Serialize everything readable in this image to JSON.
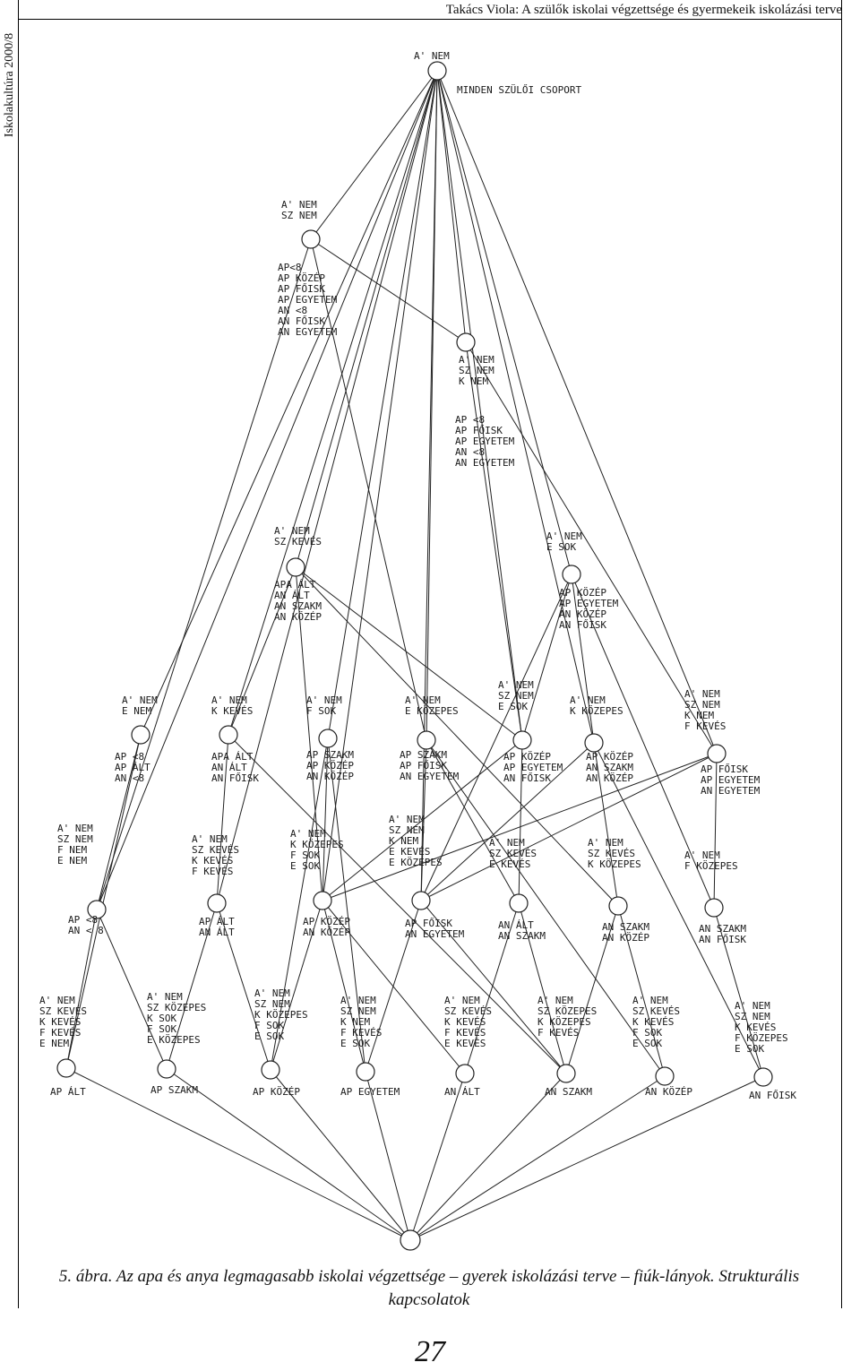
{
  "header": {
    "running_head": "Takács Viola: A szülők iskolai végzettsége és gyermekeik iskolázási terve",
    "journal": "Iskolakultúra 2000/8"
  },
  "diagram": {
    "nodes": [
      {
        "id": "top",
        "labels": [
          "A' NEM"
        ]
      },
      {
        "id": "n2",
        "labels": [
          "A' NEM",
          "SZ NEM"
        ]
      },
      {
        "id": "n3",
        "labels": [
          "A' NEM",
          "SZ NEM",
          "K NEM"
        ]
      },
      {
        "id": "n4",
        "labels": [
          "A' NEM",
          "SZ KEVÉS"
        ]
      },
      {
        "id": "n5",
        "labels": [
          "A' NEM",
          "E SOK"
        ]
      },
      {
        "id": "r1",
        "labels": [
          "A' NEM",
          "E NEM"
        ]
      },
      {
        "id": "r2",
        "labels": [
          "A' NEM",
          "K KEVÉS"
        ]
      },
      {
        "id": "r3",
        "labels": [
          "A' NEM",
          "F SOK"
        ]
      },
      {
        "id": "r4",
        "labels": [
          "A' NEM",
          "E KÖZEPES"
        ]
      },
      {
        "id": "r5",
        "labels": [
          "A' NEM",
          "SZ NEM",
          "E SOK"
        ]
      },
      {
        "id": "r6",
        "labels": [
          "A' NEM",
          "K KÖZEPES"
        ]
      },
      {
        "id": "r7",
        "labels": [
          "A' NEM",
          "SZ NEM",
          "K NEM",
          "F KEVÉS"
        ]
      },
      {
        "id": "s1",
        "labels": [
          "A' NEM",
          "SZ NEM",
          "F NEM",
          "E NEM"
        ]
      },
      {
        "id": "s2",
        "labels": [
          "A' NEM",
          "SZ KEVÉS",
          "K KEVÉS",
          "F KEVÉS"
        ]
      },
      {
        "id": "s3",
        "labels": [
          "A' NEM",
          "K KÖZEPES",
          "F SOK",
          "E SOK"
        ]
      },
      {
        "id": "s4",
        "labels": [
          "A' NEM",
          "SZ NEM",
          "K NEM",
          "E KEVÉS",
          "E KÖZEPES"
        ]
      },
      {
        "id": "s5",
        "labels": [
          "A' NEM",
          "SZ KEVÉS",
          "E KEVÉS"
        ]
      },
      {
        "id": "s6",
        "labels": [
          "A' NEM",
          "SZ KEVÉS",
          "K KÖZEPES"
        ]
      },
      {
        "id": "s7",
        "labels": [
          "A' NEM",
          "F KÖZEPES"
        ]
      },
      {
        "id": "b1",
        "labels": [
          "A' NEM",
          "SZ KEVÉS",
          "K KEVÉS",
          "F KEVÉS",
          "E NEM"
        ]
      },
      {
        "id": "b2",
        "labels": [
          "A' NEM",
          "SZ KÖZEPES",
          "K SOK",
          "F SOK",
          "E KÖZEPES"
        ]
      },
      {
        "id": "b3",
        "labels": [
          "A' NEM",
          "SZ NEM",
          "K KÖZEPES",
          "F SOK",
          "E SOK"
        ]
      },
      {
        "id": "b4",
        "labels": [
          "A' NEM",
          "SZ NEM",
          "K NEM",
          "F KEVÉS",
          "E SOK"
        ]
      },
      {
        "id": "b5",
        "labels": [
          "A' NEM",
          "SZ KEVÉS",
          "K KEVÉS",
          "F KEVÉS",
          "E KEVÉS"
        ]
      },
      {
        "id": "b6",
        "labels": [
          "A' NEM",
          "SZ KÖZEPES",
          "K KÖZEPES",
          "F KEVÉS"
        ]
      },
      {
        "id": "b7",
        "labels": [
          "A' NEM",
          "SZ KEVÉS",
          "K KEVÉS",
          "F SOK",
          "E SOK"
        ]
      },
      {
        "id": "b8",
        "labels": [
          "A' NEM",
          "SZ NEM",
          "K KEVÉS",
          "F KÖZEPES",
          "E SOK"
        ]
      },
      {
        "id": "bottom",
        "labels": []
      }
    ],
    "attributes": [
      {
        "node": "n2",
        "lines": [
          "AP<8",
          "AP KÖZÉP",
          "AP FŐISK",
          "AP EGYETEM",
          "AN <8",
          "AN FŐISK",
          "AN EGYETEM"
        ]
      },
      {
        "node": "n3",
        "lines": [
          "AP <8",
          "AP FŐISK",
          "AP EGYETEM",
          "AN <8",
          "AN EGYETEM"
        ]
      },
      {
        "node": "n4",
        "lines": [
          "APA ÁLT",
          "AN ÁLT",
          "AN SZAKM",
          "AN KÖZÉP"
        ]
      },
      {
        "node": "n5",
        "lines": [
          "AP KÖZÉP",
          "AP EGYETEM",
          "AN KÖZÉP",
          "AN FŐISK"
        ]
      },
      {
        "node": "r1",
        "lines": [
          "AP <8",
          "AP ÁLT",
          "AN <8"
        ]
      },
      {
        "node": "r2",
        "lines": [
          "APA ÁLT",
          "AN ÁLT",
          "AN FŐISK"
        ]
      },
      {
        "node": "r3",
        "lines": [
          "AP SZAKM",
          "AP KÖZÉP",
          "AN KÖZÉP"
        ]
      },
      {
        "node": "r4",
        "lines": [
          "AP SZAKM",
          "AP FŐISK",
          "AN EGYETEM"
        ]
      },
      {
        "node": "r5",
        "lines": [
          "AP KÖZÉP",
          "AP EGYETEM",
          "AN FŐISK"
        ]
      },
      {
        "node": "r6",
        "lines": [
          "AP KÖZÉP",
          "AN SZAKM",
          "AN KÖZÉP"
        ]
      },
      {
        "node": "r7",
        "lines": [
          "AP FŐISK",
          "AP EGYETEM",
          "AN EGYETEM"
        ]
      },
      {
        "node": "s1",
        "lines": [
          "AP <8",
          "AN < 8"
        ]
      },
      {
        "node": "s2",
        "lines": [
          "AP ÁLT",
          "AN ÁLT"
        ]
      },
      {
        "node": "s3",
        "lines": [
          "AP KÖZÉP",
          "AN KÖZÉP"
        ]
      },
      {
        "node": "s4",
        "lines": [
          "AP FŐISK",
          "AN EGYETEM"
        ]
      },
      {
        "node": "s5",
        "lines": [
          "AN ÁLT",
          "AN SZAKM"
        ]
      },
      {
        "node": "s6",
        "lines": [
          "AN SZAKM",
          "AN KÖZÉP"
        ]
      },
      {
        "node": "s7",
        "lines": [
          "AN SZAKM",
          "AN FŐISK"
        ]
      },
      {
        "node": "b1",
        "lines": [
          "AP ÁLT"
        ]
      },
      {
        "node": "b2",
        "lines": [
          "AP SZAKM"
        ]
      },
      {
        "node": "b3",
        "lines": [
          "AP KÖZÉP"
        ]
      },
      {
        "node": "b4",
        "lines": [
          "AP EGYETEM"
        ]
      },
      {
        "node": "b5",
        "lines": [
          "AN ÁLT"
        ]
      },
      {
        "node": "b6",
        "lines": [
          "AN SZAKM"
        ]
      },
      {
        "node": "b7",
        "lines": [
          "AN KÖZÉP"
        ]
      },
      {
        "node": "b8",
        "lines": [
          "AN FŐISK"
        ]
      }
    ],
    "annotations": [
      {
        "node": "top",
        "text": "MINDEN SZÜLŐI CSOPORT"
      }
    ],
    "edges": [
      [
        "top",
        "n2"
      ],
      [
        "top",
        "n3"
      ],
      [
        "top",
        "n4"
      ],
      [
        "top",
        "n5"
      ],
      [
        "top",
        "r1"
      ],
      [
        "top",
        "r2"
      ],
      [
        "top",
        "r3"
      ],
      [
        "top",
        "r4"
      ],
      [
        "top",
        "r5"
      ],
      [
        "top",
        "r6"
      ],
      [
        "top",
        "r7"
      ],
      [
        "top",
        "s1"
      ],
      [
        "top",
        "s2"
      ],
      [
        "top",
        "s3"
      ],
      [
        "top",
        "s4"
      ],
      [
        "n2",
        "n3"
      ],
      [
        "n2",
        "r4"
      ],
      [
        "n2",
        "s1"
      ],
      [
        "n3",
        "r5"
      ],
      [
        "n3",
        "r7"
      ],
      [
        "n4",
        "r2"
      ],
      [
        "n4",
        "r5"
      ],
      [
        "n4",
        "s3"
      ],
      [
        "n4",
        "s6"
      ],
      [
        "n5",
        "r5"
      ],
      [
        "n5",
        "r6"
      ],
      [
        "n5",
        "s4"
      ],
      [
        "n5",
        "s7"
      ],
      [
        "r1",
        "s1"
      ],
      [
        "r1",
        "b1"
      ],
      [
        "r2",
        "s2"
      ],
      [
        "r2",
        "b6"
      ],
      [
        "r3",
        "s3"
      ],
      [
        "r3",
        "b3"
      ],
      [
        "r3",
        "b4"
      ],
      [
        "r4",
        "s4"
      ],
      [
        "r4",
        "s5"
      ],
      [
        "r4",
        "b7"
      ],
      [
        "r5",
        "s3"
      ],
      [
        "r5",
        "s5"
      ],
      [
        "r6",
        "s4"
      ],
      [
        "r6",
        "s6"
      ],
      [
        "r6",
        "b8"
      ],
      [
        "r7",
        "s3"
      ],
      [
        "r7",
        "s4"
      ],
      [
        "r7",
        "s7"
      ],
      [
        "s1",
        "b1"
      ],
      [
        "s1",
        "b2"
      ],
      [
        "s2",
        "b2"
      ],
      [
        "s2",
        "b3"
      ],
      [
        "s3",
        "b3"
      ],
      [
        "s3",
        "b4"
      ],
      [
        "s3",
        "b5"
      ],
      [
        "s4",
        "b4"
      ],
      [
        "s4",
        "b6"
      ],
      [
        "s5",
        "b5"
      ],
      [
        "s5",
        "b6"
      ],
      [
        "s6",
        "b6"
      ],
      [
        "s6",
        "b7"
      ],
      [
        "s7",
        "b8"
      ],
      [
        "b1",
        "bottom"
      ],
      [
        "b2",
        "bottom"
      ],
      [
        "b3",
        "bottom"
      ],
      [
        "b4",
        "bottom"
      ],
      [
        "b5",
        "bottom"
      ],
      [
        "b6",
        "bottom"
      ],
      [
        "b7",
        "bottom"
      ],
      [
        "b8",
        "bottom"
      ]
    ]
  },
  "caption": {
    "text": "5. ábra. Az apa és anya legmagasabb iskolai végzettsége – gyerek iskolázási terve – fiúk-lányok. Strukturális kapcsolatok"
  },
  "page_number": "27"
}
